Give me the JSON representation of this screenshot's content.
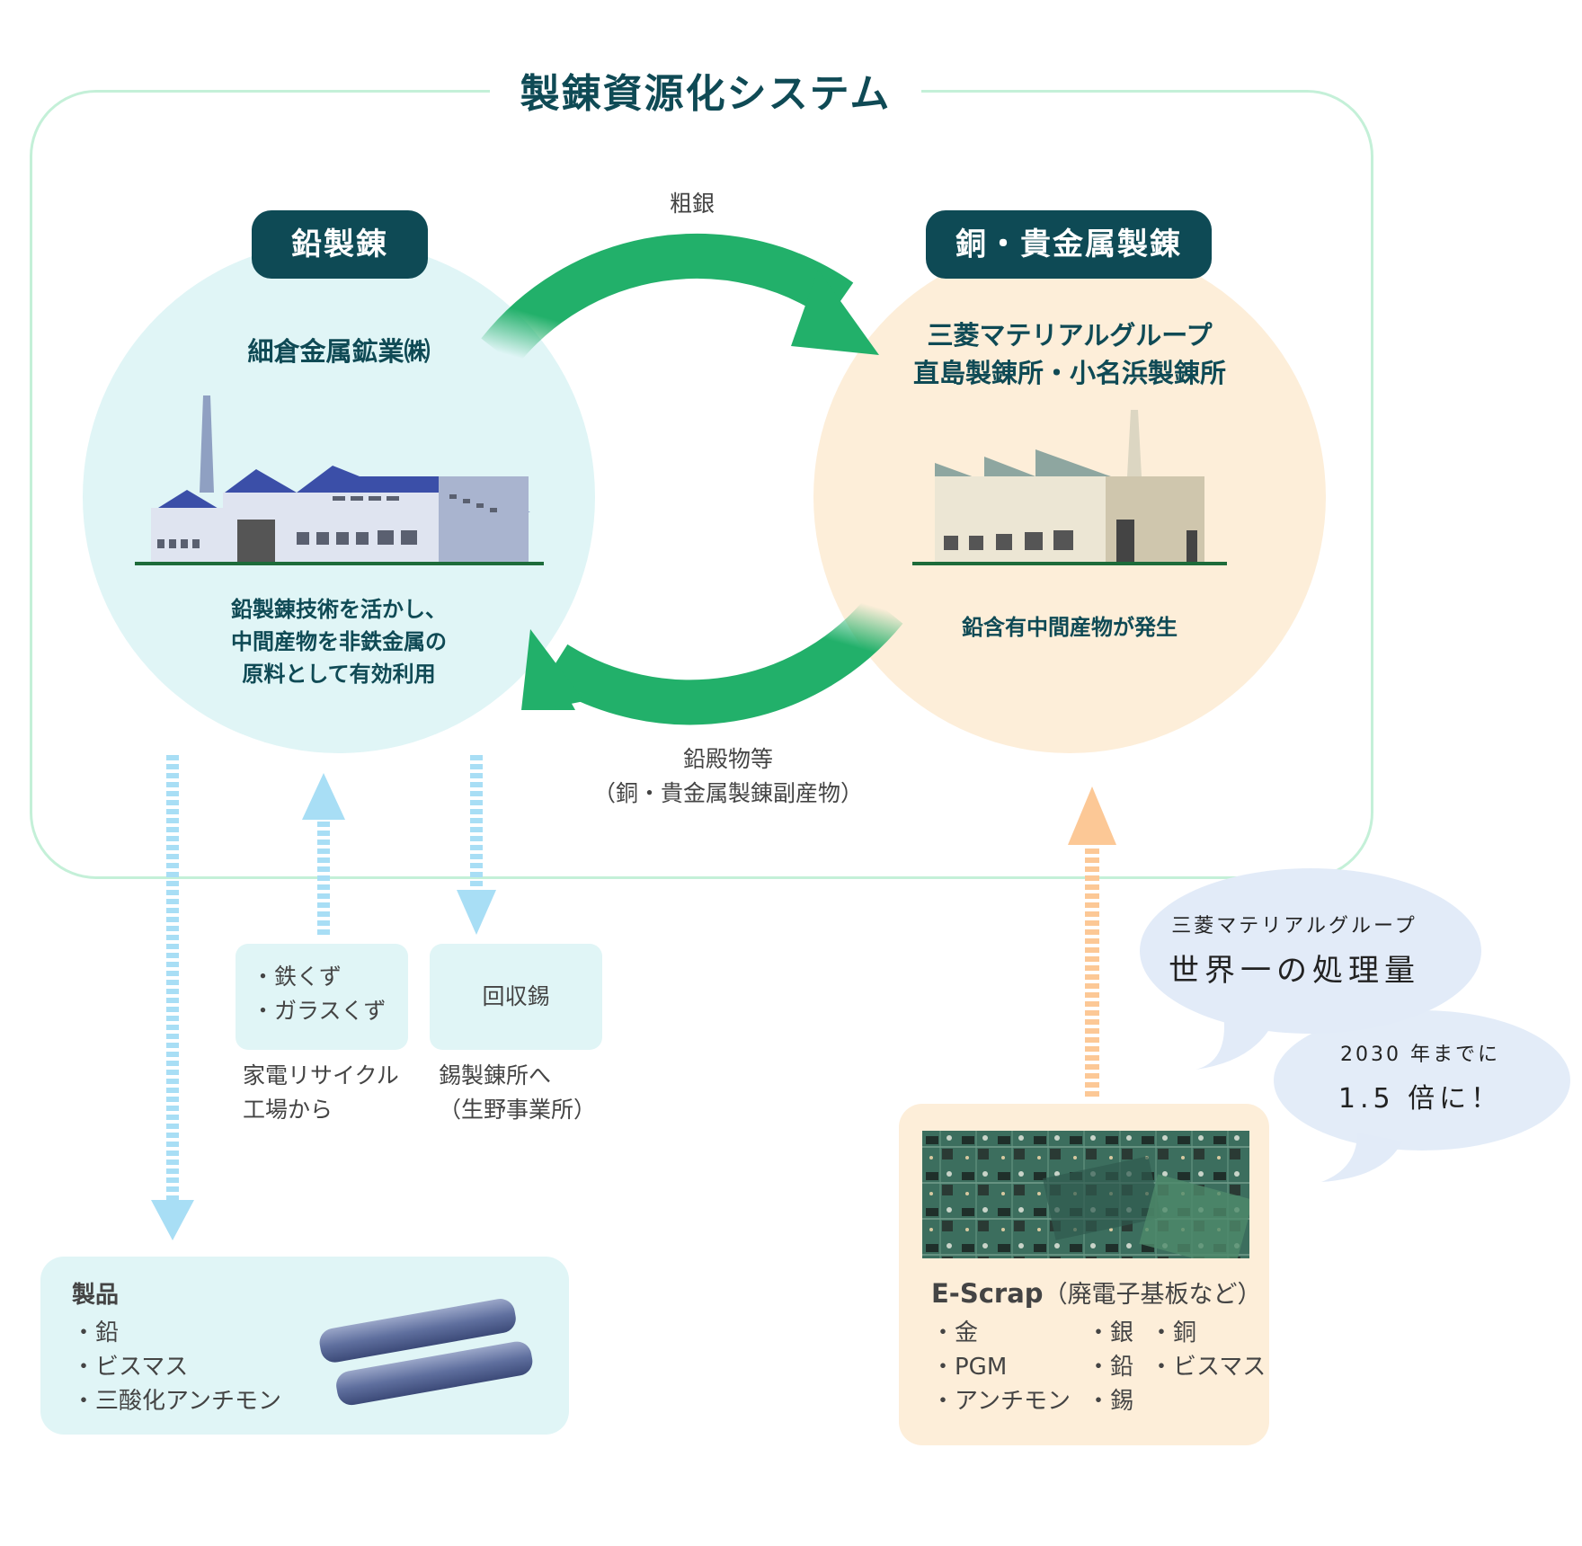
{
  "title": "製錬資源化システム",
  "lead_smelting": {
    "label": "鉛製錬",
    "company": "細倉金属鉱業㈱",
    "description": [
      "鉛製錬技術を活かし、",
      "中間産物を非鉄金属の",
      "原料として有効利用"
    ]
  },
  "copper_smelting": {
    "label": "銅・貴金属製錬",
    "company": [
      "三菱マテリアルグループ",
      "直島製錬所・小名浜製錬所"
    ],
    "description": "鉛含有中間産物が発生"
  },
  "flows": {
    "top_label": "粗銀",
    "bottom_label": [
      "鉛殿物等",
      "（銅・貴金属製錬副産物）"
    ]
  },
  "inputs": {
    "scrap_items": [
      "・鉄くず",
      "・ガラスくず"
    ],
    "scrap_source": [
      "家電リサイクル",
      "工場から"
    ],
    "tin_label": "回収錫",
    "tin_destination": [
      "錫製錬所へ",
      "（生野事業所）"
    ]
  },
  "products": {
    "title": "製品",
    "items": [
      "・鉛",
      "・ビスマス",
      "・三酸化アンチモン"
    ]
  },
  "escrap": {
    "title": "E-Scrap",
    "subtitle": "（廃電子基板など）",
    "items": [
      [
        "・金",
        "・銀",
        "・銅"
      ],
      [
        "・PGM",
        "・鉛",
        "・ビスマス"
      ],
      [
        "・アンチモン",
        "・錫",
        ""
      ]
    ]
  },
  "bubbles": {
    "first": {
      "line1": "三菱マテリアルグループ",
      "line2": "世界一の処理量"
    },
    "second": {
      "line1": "2030 年までに",
      "line2": "1.5 倍に！"
    }
  },
  "colors": {
    "dark_teal": "#0e4a55",
    "green_arrow": "#22b06a",
    "light_blue": "#e0f5f6",
    "light_orange": "#fdeed9",
    "blue_arrow": "#a8def5",
    "orange_arrow": "#fcc896",
    "bubble": "#e2ebf8"
  }
}
